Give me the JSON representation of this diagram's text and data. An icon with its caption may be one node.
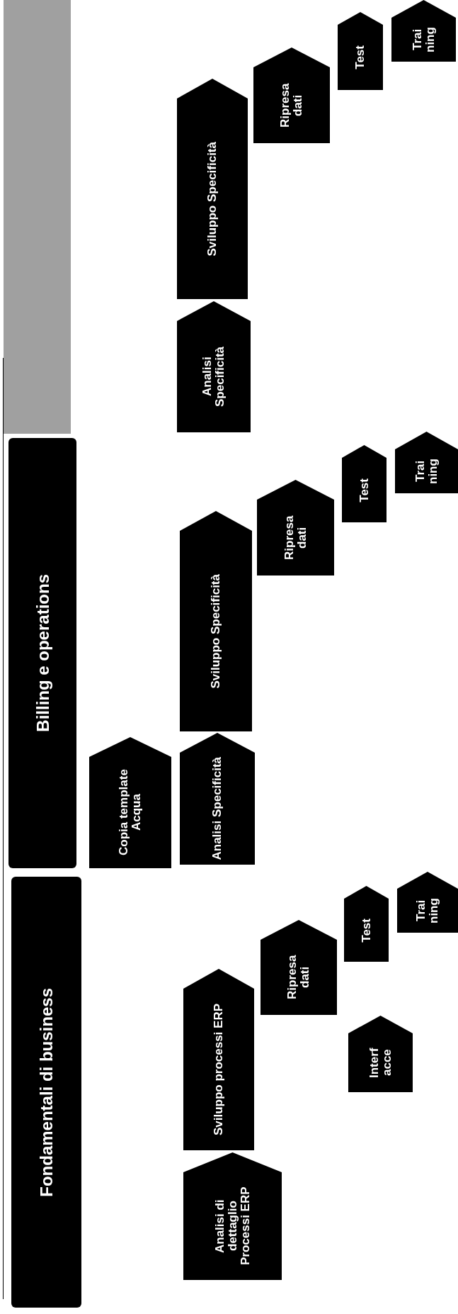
{
  "diagram": {
    "nodes": [
      {
        "text": [
          "Fondamentali di business"
        ]
      },
      {
        "text": [
          "Analisi di dettaglio Processi ERP"
        ]
      },
      {
        "text": [
          "Sviluppo processi ERP"
        ]
      },
      {
        "text": [
          "Ripresa dati"
        ]
      },
      {
        "text": [
          "Test"
        ]
      },
      {
        "text": [
          "Interf acce"
        ]
      },
      {
        "text": [
          "Trai ning"
        ]
      },
      {
        "text": [
          "Billing e operations"
        ]
      },
      {
        "text": [
          "Copia template Acqua"
        ]
      },
      {
        "text": [
          "Analisi Specificità"
        ]
      },
      {
        "text": [
          "Sviluppo Specificità"
        ]
      },
      {
        "text": [
          "Ripresa dati"
        ]
      },
      {
        "text": [
          "Test"
        ]
      },
      {
        "text": [
          "Trai ning"
        ]
      },
      {
        "text": [],
        "shape": "bar"
      },
      {
        "text": [
          "Analisi Specificità"
        ]
      },
      {
        "text": [
          "Sviluppo Specificità"
        ]
      },
      {
        "text": [
          "Ripresa dati"
        ]
      },
      {
        "text": [
          "Test"
        ]
      },
      {
        "text": [
          "Trai ning"
        ]
      }
    ],
    "edges": []
  }
}
